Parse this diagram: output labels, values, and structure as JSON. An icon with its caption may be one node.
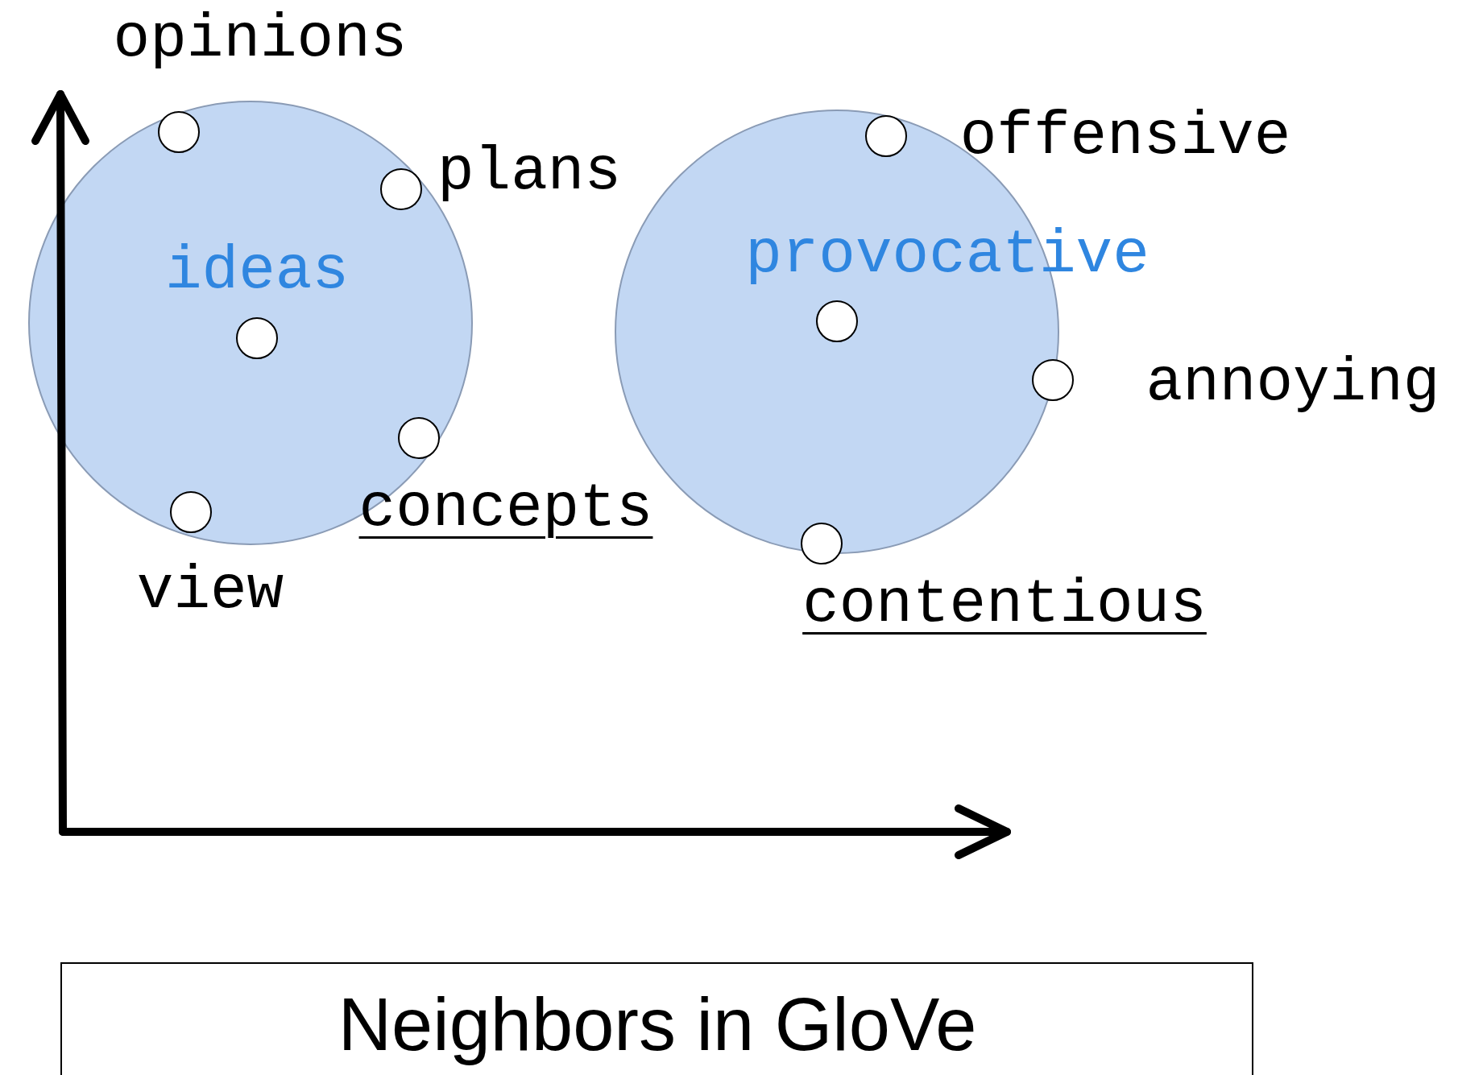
{
  "diagram": {
    "caption": "Neighbors in GloVe",
    "nodes": [
      {
        "text": [
          "ideas"
        ]
      },
      {
        "text": [
          "provocative"
        ]
      }
    ],
    "labels": [
      "opinions",
      "plans",
      "offensive",
      "annoying",
      "concepts",
      "view",
      "contentious"
    ]
  }
}
